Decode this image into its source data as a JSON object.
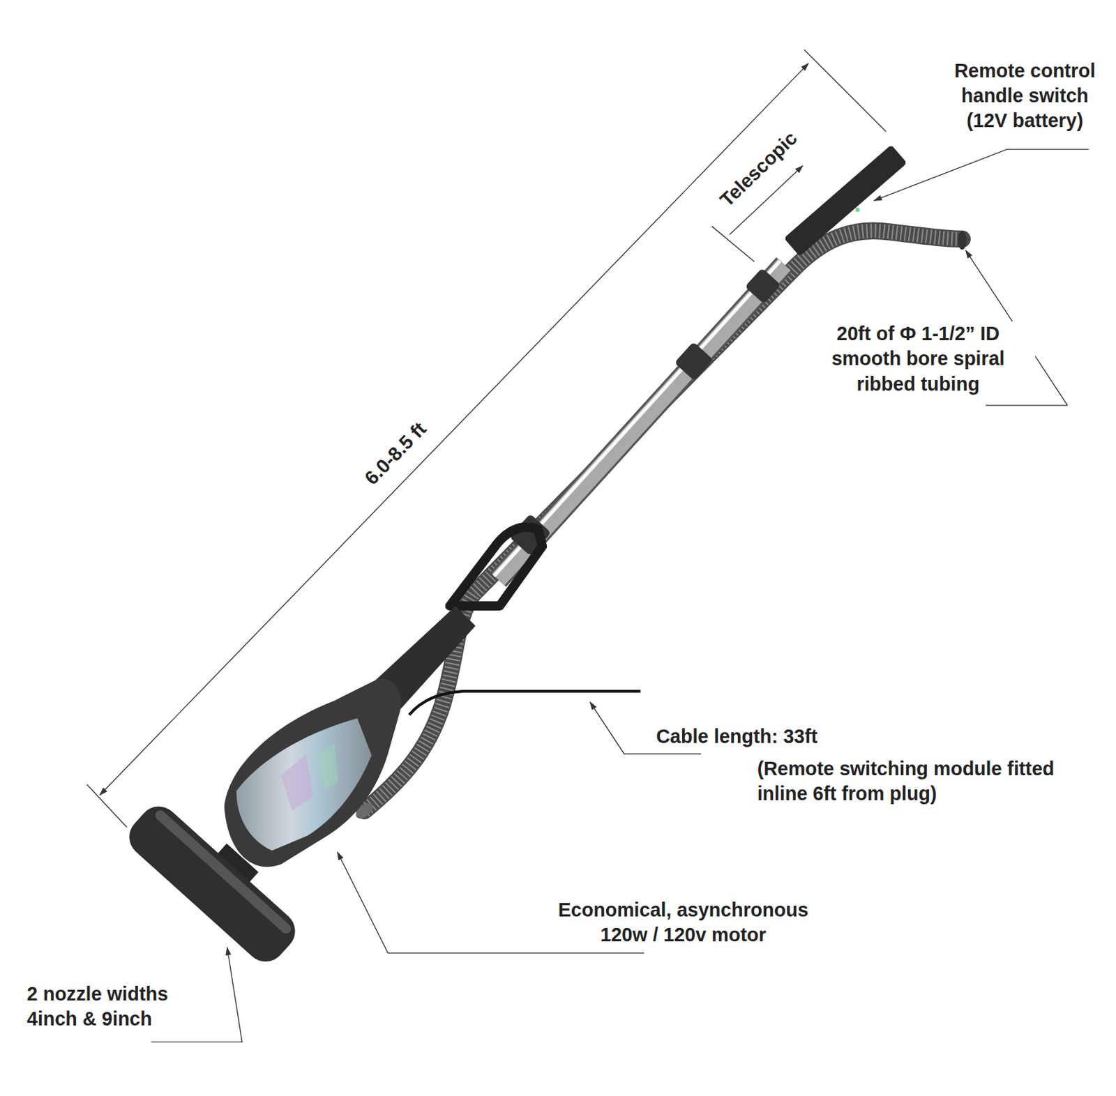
{
  "diagram": {
    "labels": [
      "Remote control handle switch (12V battery)",
      "Telescopic",
      "6.0-8.5 ft",
      "20ft of Ф 1-1/2” ID smooth bore spiral ribbed tubing",
      "Cable length: 33ft",
      "(Remote switching module fitted inline 6ft from plug)",
      "Economical, asynchronous 120w / 120v motor",
      "2 nozzle widths 4inch & 9inch"
    ]
  }
}
